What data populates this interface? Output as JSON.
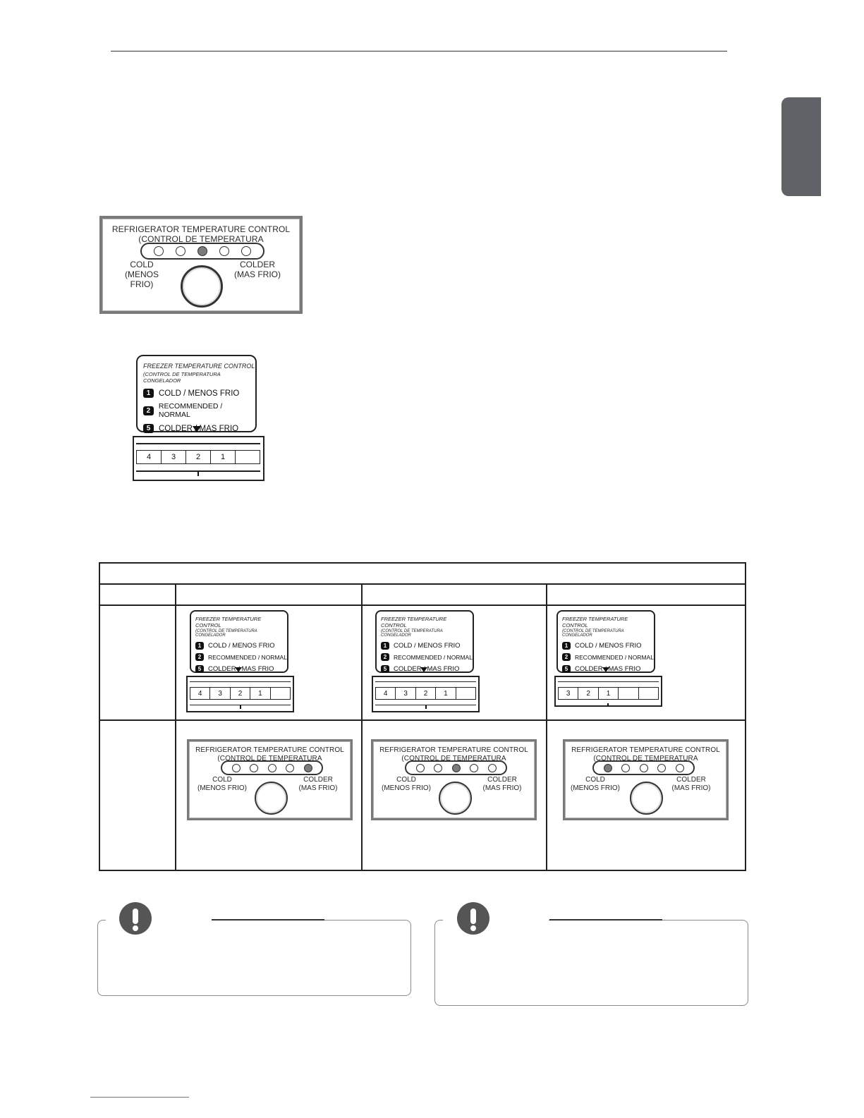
{
  "colors": {
    "side_tab": "#5f6368",
    "panel_border": "#7a7a7a",
    "led_on": "#7b7b7b"
  },
  "refrigerator_control": {
    "title": "REFRIGERATOR TEMPERATURE CONTROL",
    "subtitle": "(CONTROL DE TEMPERATURA REFRIGERADOR)",
    "left_label_line1": "COLD",
    "left_label_line2": "(MENOS FRIO)",
    "right_label_line1": "COLDER",
    "right_label_line2": "(MAS FRIO)",
    "led_count": 5
  },
  "freezer_control": {
    "title": "FREEZER TEMPERATURE CONTROL",
    "subtitle": "(CONTROL DE TEMPERATURA CONGELADOR",
    "items": [
      {
        "badge": "1",
        "label": "COLD / MENOS FRIO"
      },
      {
        "badge": "2",
        "label": "RECOMMENDED / NORMAL"
      },
      {
        "badge": "5",
        "label": "COLDER / MAS FRIO"
      }
    ]
  },
  "main_panels": {
    "refrigerator_selected_led": 3,
    "freezer_strip": [
      "4",
      "3",
      "2",
      "1",
      ""
    ]
  },
  "table_columns": [
    {
      "freezer_strip": [
        "4",
        "3",
        "2",
        "1",
        ""
      ],
      "refrigerator_selected_led": 5
    },
    {
      "freezer_strip": [
        "4",
        "3",
        "2",
        "1",
        ""
      ],
      "refrigerator_selected_led": 3
    },
    {
      "freezer_strip": [
        "3",
        "2",
        "1",
        "",
        ""
      ],
      "refrigerator_selected_led": 1
    }
  ],
  "notes": [
    {
      "icon": "exclamation-icon"
    },
    {
      "icon": "exclamation-icon"
    }
  ]
}
